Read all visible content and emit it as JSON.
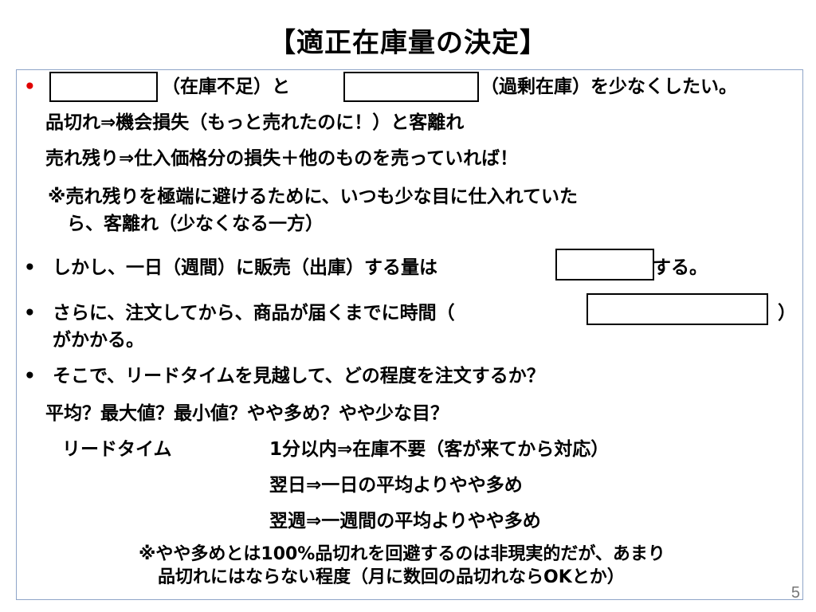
{
  "slide": {
    "title": "【適正在庫量の決定】",
    "page_number": "5",
    "bullet_char": "•",
    "line1_a": "（在庫不足）と",
    "line1_b": "（過剰在庫）を少なくしたい。",
    "line2": "品切れ⇒機会損失（もっと売れたのに！）と客離れ",
    "line3": "売れ残り⇒仕入価格分の損失＋他のものを売っていれば！",
    "line4": "※売れ残りを極端に避けるために、いつも少な目に仕入れていた",
    "line5": "ら、客離れ（少なくなる一方）",
    "line6_a": "しかし、一日（週間）に販売（出庫）する量は",
    "line6_b": "する。",
    "line7_a": "さらに、注文してから、商品が届くまでに時間（",
    "line7_b": "）",
    "line8": "がかかる。",
    "line9": "そこで、リードタイムを見越して、どの程度を注文するか？",
    "line10": "平均？最大値？最小値？やや多め？やや少な目？",
    "lead_label": "リードタイム",
    "lead_1": "1分以内⇒在庫不要（客が来てから対応）",
    "lead_2": "翌日⇒一日の平均よりやや多め",
    "lead_3": "翌週⇒一週間の平均よりやや多め",
    "note1": "※やや多めとは100%品切れを回避するのは非現実的だが、あまり",
    "note2": "品切れにはならない程度（月に数回の品切れならOKとか）"
  }
}
